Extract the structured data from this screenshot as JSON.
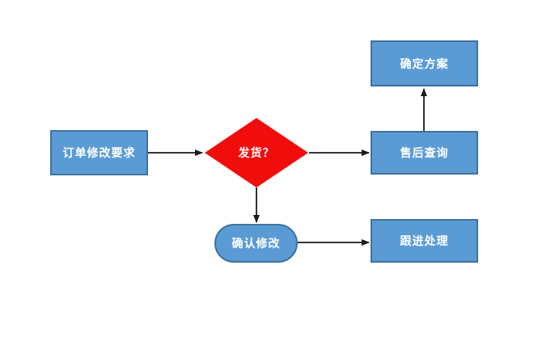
{
  "diagram": {
    "type": "flowchart",
    "background_color": "#ffffff",
    "process_fill_color": "#5b9bd5",
    "process_border_color": "#41719c",
    "decision_fill_color": "#f20d0d",
    "label_text_color": "#ffffff",
    "arrow_color": "#1a1a1a",
    "nodes": {
      "order_request": {
        "label": "订单修改要求",
        "shape": "rectangle"
      },
      "ship_decision": {
        "label": "发货？",
        "shape": "diamond"
      },
      "aftersales_inquiry": {
        "label": "售后查询",
        "shape": "rectangle"
      },
      "confirm_plan": {
        "label": "确定方案",
        "shape": "rectangle"
      },
      "confirm_modify": {
        "label": "确认修改",
        "shape": "rounded-rectangle"
      },
      "followup_handling": {
        "label": "跟进处理",
        "shape": "rectangle"
      }
    },
    "edges": [
      {
        "from": "order_request",
        "to": "ship_decision",
        "direction": "right"
      },
      {
        "from": "ship_decision",
        "to": "aftersales_inquiry",
        "direction": "right"
      },
      {
        "from": "aftersales_inquiry",
        "to": "confirm_plan",
        "direction": "up"
      },
      {
        "from": "ship_decision",
        "to": "confirm_modify",
        "direction": "down"
      },
      {
        "from": "confirm_modify",
        "to": "followup_handling",
        "direction": "right"
      }
    ]
  }
}
